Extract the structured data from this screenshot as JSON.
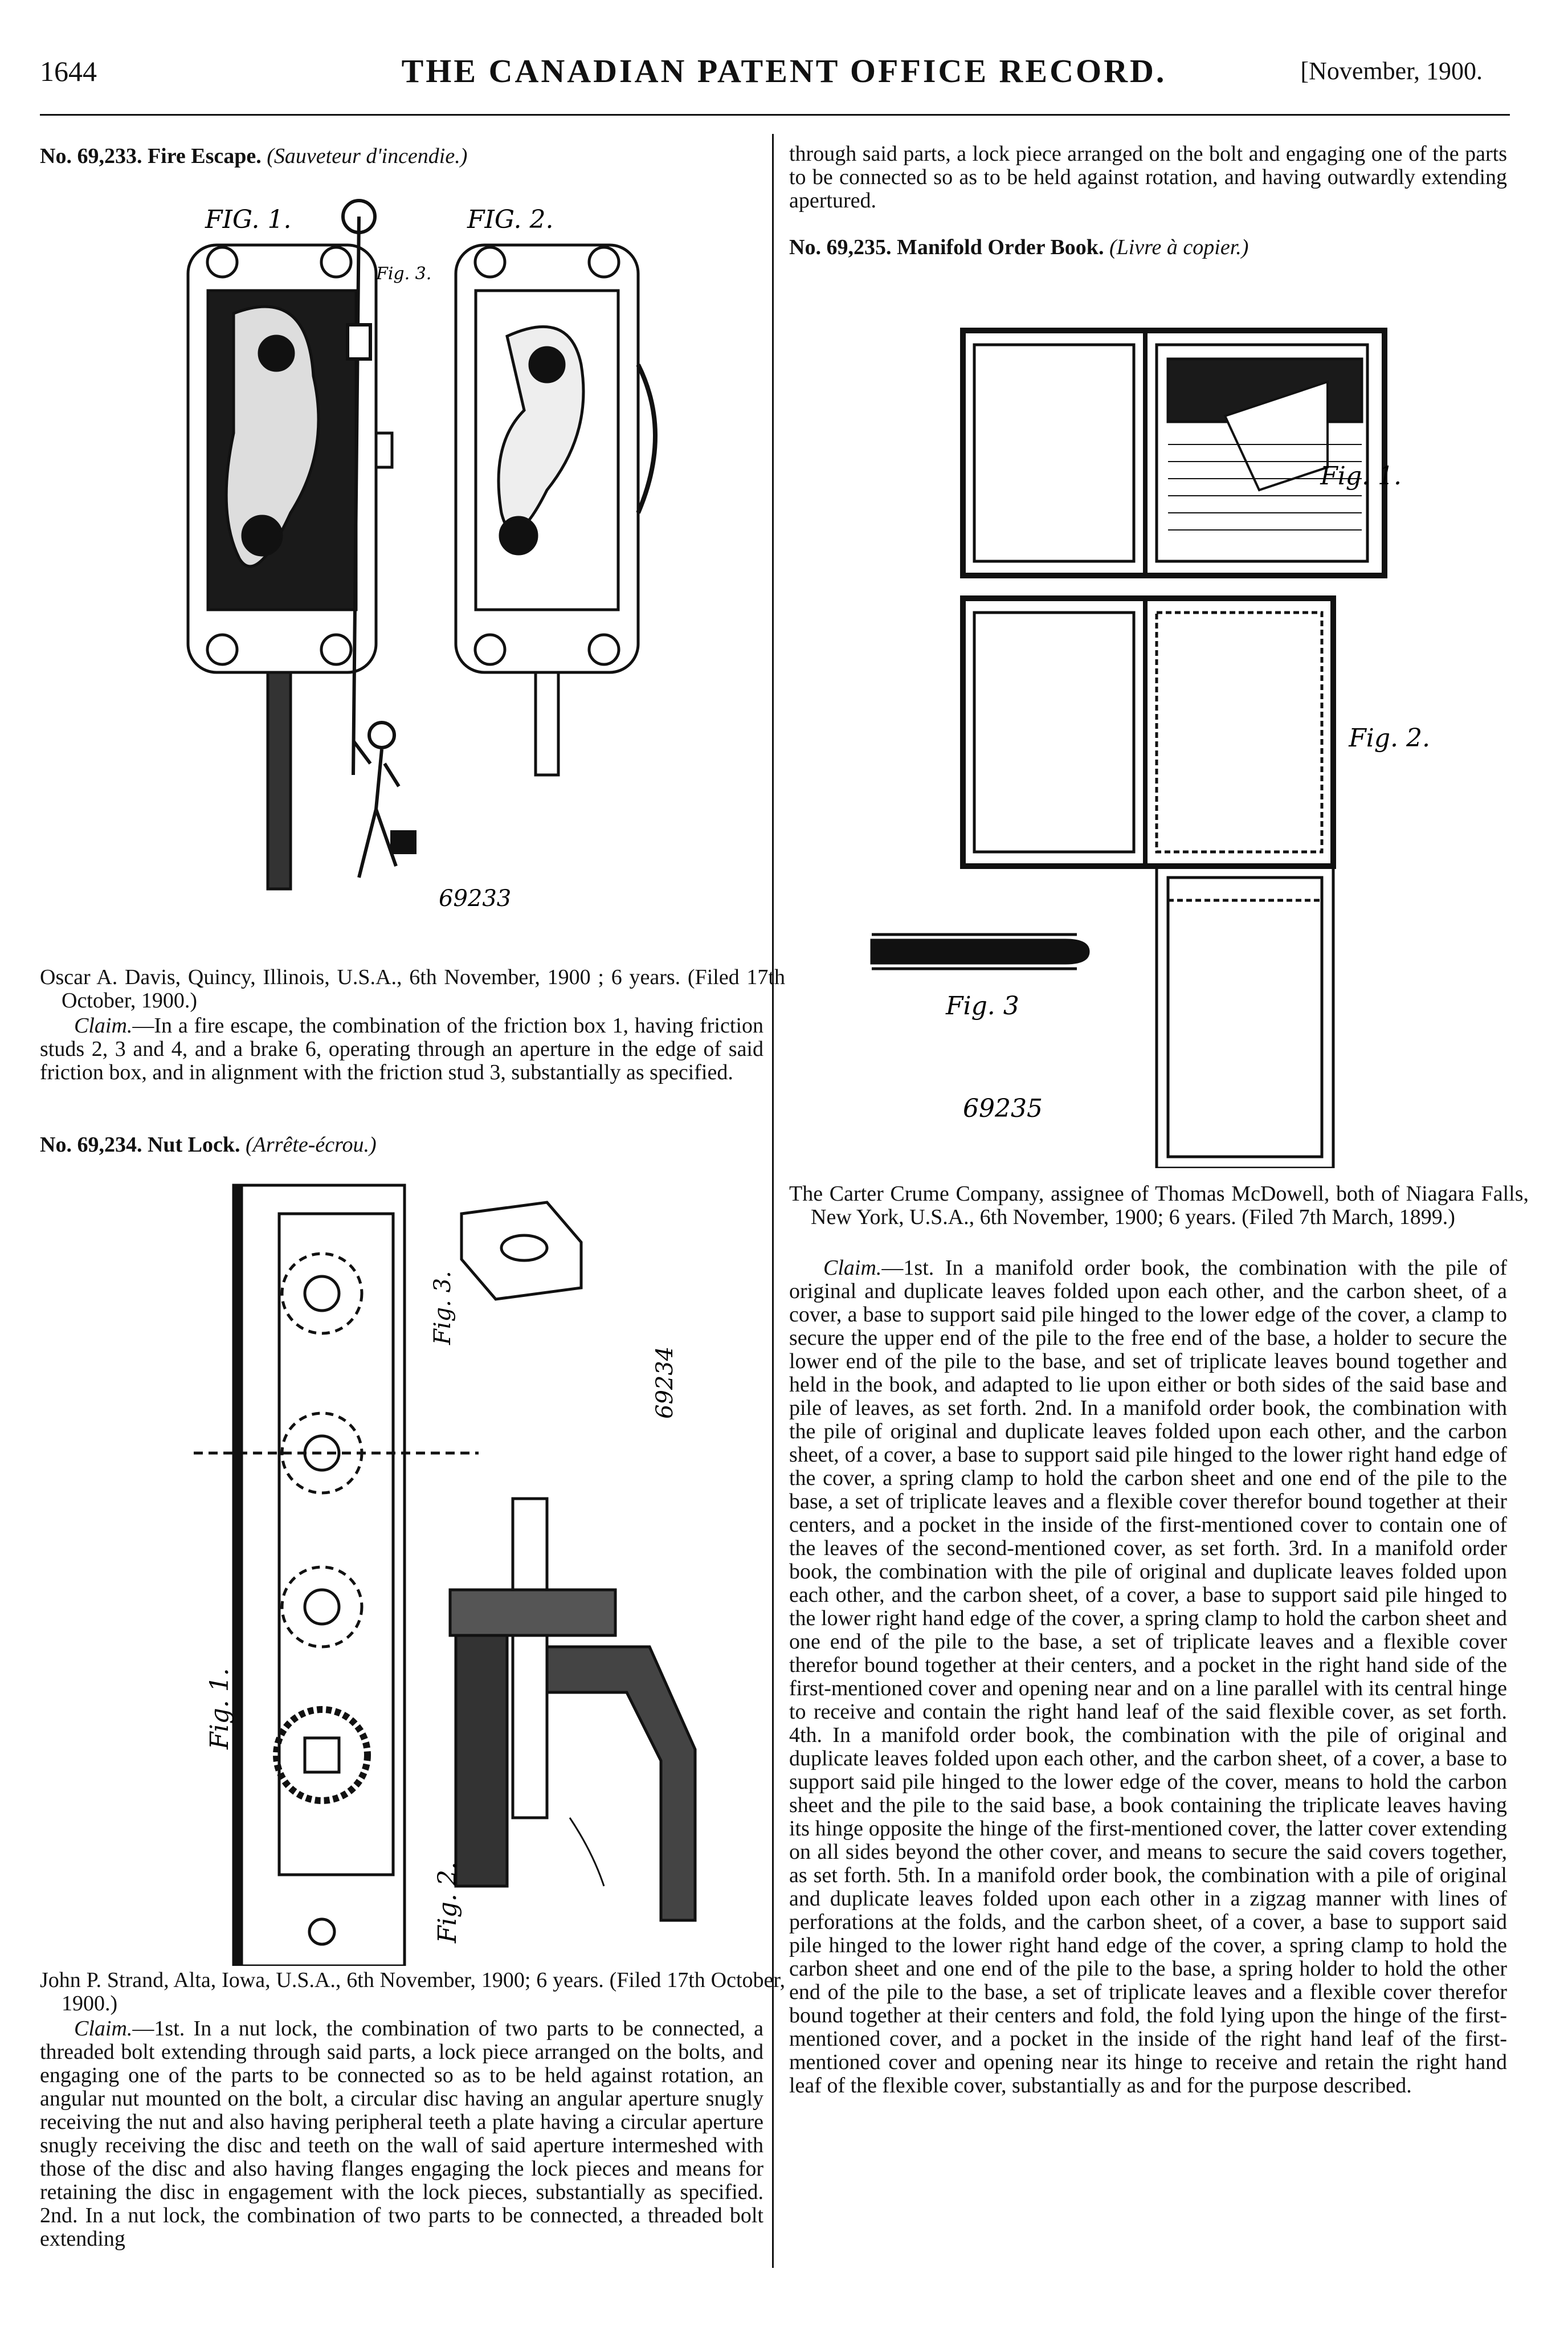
{
  "header": {
    "page_number": "1644",
    "title": "THE CANADIAN PATENT OFFICE RECORD.",
    "date": "[November, 1900."
  },
  "left_column": {
    "patent_69233": {
      "number": "No. 69,233.",
      "name": "Fire Escape.",
      "french_name": "(Sauveteur d'incendie.)",
      "figure_labels": {
        "fig1": "FIG. 1.",
        "fig2": "FIG. 2.",
        "fig3": "Fig. 3.",
        "stamp": "69233"
      },
      "inventor": "Oscar A. Davis, Quincy, Illinois, U.S.A., 6th November, 1900 ; 6 years. (Filed 17th October, 1900.)",
      "claim_label": "Claim.",
      "claim_text": "—In a fire escape, the combination of the friction box 1, having friction studs 2, 3 and 4, and a brake 6, operating through an aperture in the edge of said friction box, and in alignment with the friction stud 3, substantially as specified."
    },
    "patent_69234": {
      "number": "No. 69,234.",
      "name": "Nut Lock.",
      "french_name": "(Arrête-écrou.)",
      "figure_labels": {
        "fig1": "Fig. 1.",
        "fig2": "Fig. 2.",
        "fig3": "Fig. 3.",
        "stamp": "69234"
      },
      "inventor": "John P. Strand, Alta, Iowa, U.S.A., 6th November, 1900; 6 years. (Filed 17th October, 1900.)",
      "claim_label": "Claim.",
      "claim_text": "—1st. In a nut lock, the combination of two parts to be connected, a threaded bolt extending through said parts, a lock piece arranged on the bolts, and engaging one of the parts to be connected so as to be held against rotation, an angular nut mounted on the bolt, a circular disc having an angular aperture snugly receiving the nut and also having peripheral teeth a plate having a circular aperture snugly receiving the disc and teeth on the wall of said aperture intermeshed with those of the disc and also having flanges engaging the lock pieces and means for retaining the disc in engagement with the lock pieces, substantially as specified. 2nd. In a nut lock, the combination of two parts to be connected, a threaded bolt extending"
    }
  },
  "right_column": {
    "continuation": "through said parts, a lock piece arranged on the bolt and engaging one of the parts to be connected so as to be held against rotation, and having outwardly extending apertured.",
    "patent_69235": {
      "number": "No. 69,235.",
      "name": "Manifold Order Book.",
      "french_name": "(Livre à copier.)",
      "figure_labels": {
        "fig1": "Fig. 1.",
        "fig2": "Fig. 2.",
        "fig3": "Fig. 3",
        "stamp": "69235"
      },
      "inventor": "The Carter Crume Company, assignee of Thomas McDowell, both of Niagara Falls, New York, U.S.A., 6th November, 1900; 6 years. (Filed 7th March, 1899.)",
      "claim_label": "Claim.",
      "claim_text": "—1st. In a manifold order book, the combination with the pile of original and duplicate leaves folded upon each other, and the carbon sheet, of a cover, a base to support said pile hinged to the lower edge of the cover, a clamp to secure the upper end of the pile to the free end of the base, a holder to secure the lower end of the pile to the base, and set of triplicate leaves bound together and held in the book, and adapted to lie upon either or both sides of the said base and pile of leaves, as set forth. 2nd. In a manifold order book, the combination with the pile of original and duplicate leaves folded upon each other, and the carbon sheet, of a cover, a base to support said pile hinged to the lower right hand edge of the cover, a spring clamp to hold the carbon sheet and one end of the pile to the base, a set of triplicate leaves and a flexible cover therefor bound together at their centers, and a pocket in the inside of the first-mentioned cover to contain one of the leaves of the second-mentioned cover, as set forth. 3rd. In a manifold order book, the combination with the pile of original and duplicate leaves folded upon each other, and the carbon sheet, of a cover, a base to support said pile hinged to the lower right hand edge of the cover, a spring clamp to hold the carbon sheet and one end of the pile to the base, a set of triplicate leaves and a flexible cover therefor bound together at their centers, and a pocket in the right hand side of the first-mentioned cover and opening near and on a line parallel with its central hinge to receive and contain the right hand leaf of the said flexible cover, as set forth. 4th. In a manifold order book, the combination with the pile of original and duplicate leaves folded upon each other, and the carbon sheet, of a cover, a base to support said pile hinged to the lower edge of the cover, means to hold the carbon sheet and the pile to the said base, a book containing the triplicate leaves having its hinge opposite the hinge of the first-mentioned cover, the latter cover extending on all sides beyond the other cover, and means to secure the said covers together, as set forth. 5th. In a manifold order book, the combination with a pile of original and duplicate leaves folded upon each other in a zigzag manner with lines of perforations at the folds, and the carbon sheet, of a cover, a base to support said pile hinged to the lower right hand edge of the cover, a spring clamp to hold the carbon sheet and one end of the pile to the base, a spring holder to hold the other end of the pile to the base, a set of triplicate leaves and a flexible cover therefor bound together at their centers and fold, the fold lying upon the hinge of the first-mentioned cover, and a pocket in the inside of the right hand leaf of the first-mentioned cover and opening near its hinge to receive and retain the right hand leaf of the flexible cover, substantially as and for the purpose described."
    }
  }
}
